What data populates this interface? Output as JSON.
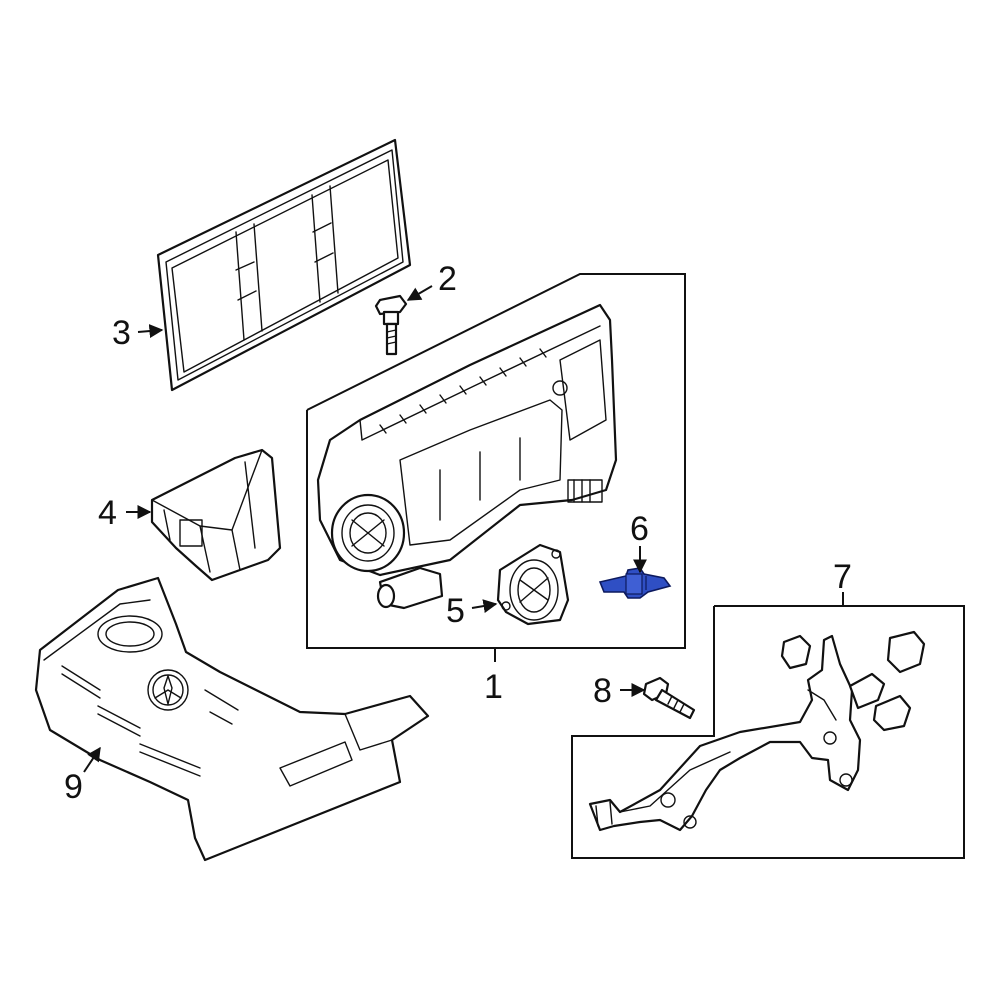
{
  "diagram": {
    "highlight_color": "#2f4fc4",
    "line_color": "#111111",
    "callouts": [
      {
        "id": "1",
        "label": "1"
      },
      {
        "id": "2",
        "label": "2"
      },
      {
        "id": "3",
        "label": "3"
      },
      {
        "id": "4",
        "label": "4"
      },
      {
        "id": "5",
        "label": "5"
      },
      {
        "id": "6",
        "label": "6"
      },
      {
        "id": "7",
        "label": "7"
      },
      {
        "id": "8",
        "label": "8"
      },
      {
        "id": "9",
        "label": "9"
      }
    ]
  }
}
